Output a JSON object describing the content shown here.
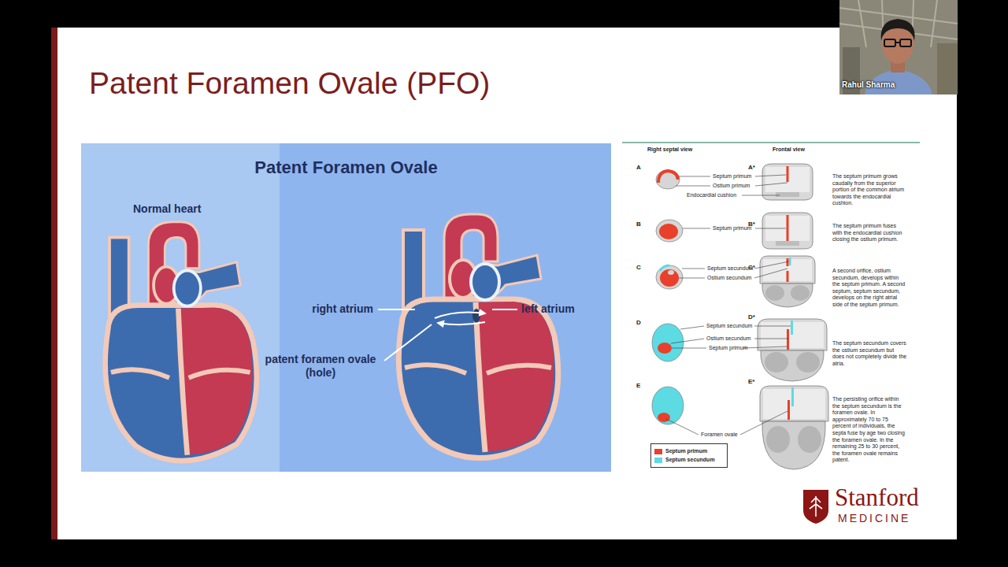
{
  "diagram": {
    "title": "Patent Foramen Ovale (PFO)",
    "nodes": [
      {
        "text": [
          "Patent Foramen Ovale",
          "Normal heart",
          "right atrium",
          "left atrium",
          "patent foramen ovale (hole)"
        ]
      },
      {
        "text": [
          "Rahul Sharma"
        ]
      }
    ],
    "labels": [
      "Right septal view",
      "Frontal view",
      "A",
      "A*",
      "Septum primum",
      "Ostium primum",
      "Endocardial cushion",
      "The septum primum grows caudally from the superior portion of the common atrium towards the endocardial cushion.",
      "B",
      "B*",
      "Septum primum",
      "The septum primum fuses with the endocardial cushion closing the ostium primum.",
      "C",
      "C*",
      "Septum secundum",
      "Ostium secundum",
      "A second orifice, ostium secundum, develops within the septum primum. A second septum, septum secundum, develops on the right atrial side of the septum primum.",
      "D",
      "D*",
      "Septum secundum",
      "Ostium secundum",
      "Septum primum",
      "The septum secundum covers the ostium secundum but does not completely divide the atria.",
      "E",
      "E*",
      "Foramen ovale",
      "The persisting orifice within the septum secundum is the foramen ovale. In approximately 70 to 75 percent of individuals, the septa fuse by age two closing the foramen ovale. In the remaining 25 to 30 percent, the foramen ovale remains patent.",
      "Stanford",
      "MEDICINE"
    ],
    "legend": [
      {
        "text": "Septum primum",
        "color": "#e8402a"
      },
      {
        "text": "Septum secundum",
        "color": "#5cdbe3"
      }
    ]
  }
}
